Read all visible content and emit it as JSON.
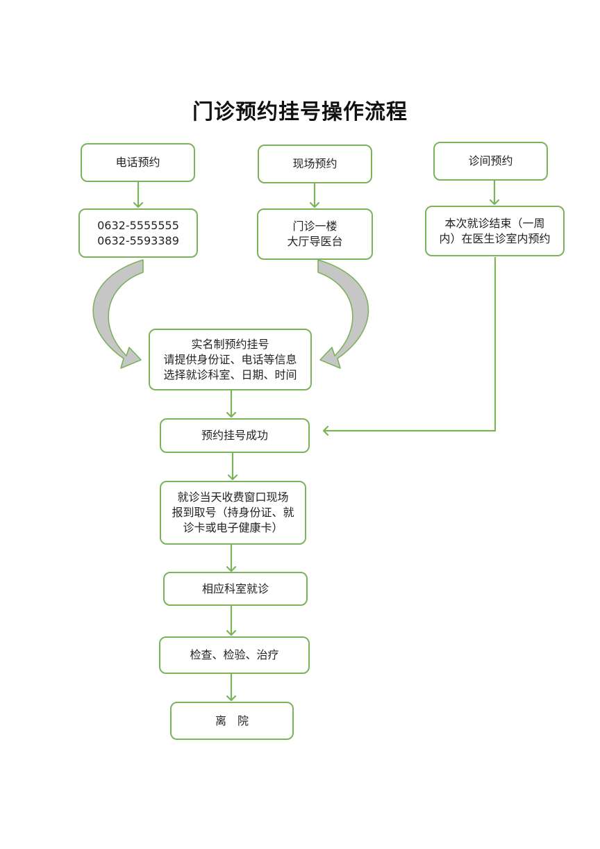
{
  "title": "门诊预约挂号操作流程",
  "colors": {
    "border": "#7ab35a",
    "arrow": "#7ab35a",
    "curve_fill": "#c6c6c6"
  },
  "nodes": {
    "phone": {
      "label": "电话预约"
    },
    "phone_numbers": {
      "line1": "0632-5555555",
      "line2": "0632-5593389"
    },
    "onsite": {
      "label": "现场预约"
    },
    "onsite_location": {
      "line1": "门诊一楼",
      "line2": "大厅导医台"
    },
    "clinic": {
      "label": "诊间预约"
    },
    "clinic_desc": {
      "line1": "本次就诊结束（一周",
      "line2": "内）在医生诊室内预约"
    },
    "realname": {
      "line1": "实名制预约挂号",
      "line2": "请提供身份证、电话等信息",
      "line3": "选择就诊科室、日期、时间"
    },
    "success": {
      "label": "预约挂号成功"
    },
    "checkin": {
      "line1": "就诊当天收费窗口现场",
      "line2": "报到取号（持身份证、就",
      "line3": "诊卡或电子健康卡）"
    },
    "visit": {
      "label": "相应科室就诊"
    },
    "exam": {
      "label": "检查、检验、治疗"
    },
    "leave": {
      "label": "离　院"
    }
  }
}
